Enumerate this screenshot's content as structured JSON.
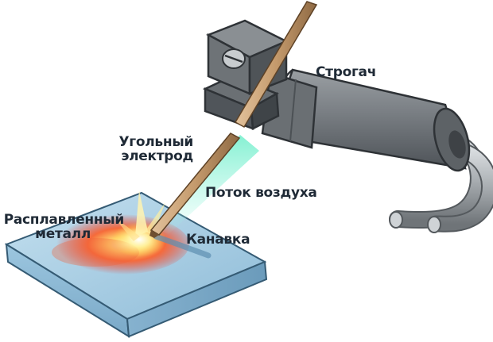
{
  "labels": {
    "gouger": "Строгач",
    "carbon_electrode_line1": "Угольный",
    "carbon_electrode_line2": "электрод",
    "air_flow": "Поток воздуха",
    "molten_metal_line1": "Расплавленный",
    "molten_metal_line2": "металл",
    "groove": "Канавка"
  },
  "colors": {
    "label_text": "#1f2a36",
    "workpiece_top": "#a9cde3",
    "workpiece_side": "#8fb8d4",
    "tool_body": "#757a7e",
    "electrode": "#c9a57d",
    "air_flow": "#5fd3b4",
    "molten": "#f0623a"
  }
}
